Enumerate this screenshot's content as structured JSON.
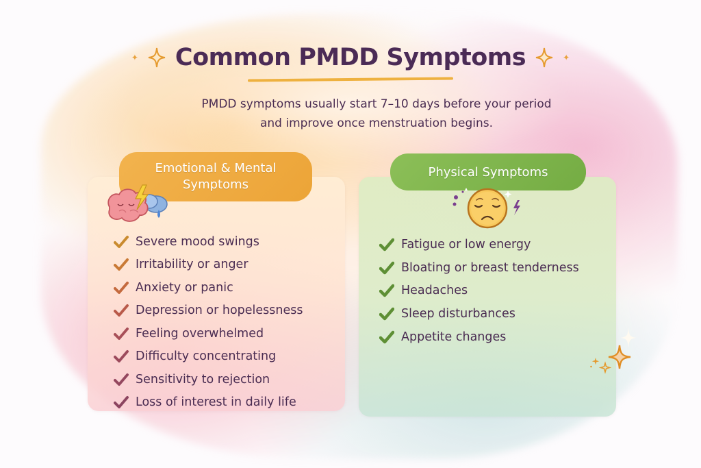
{
  "header": {
    "title": "Common PMDD Symptoms",
    "subtitle_line1": "PMDD symptoms usually start 7–10 days before your period",
    "subtitle_line2": "and improve once menstruation begins."
  },
  "emotional": {
    "heading_line1": "Emotional & Mental",
    "heading_line2": "Symptoms",
    "icon": "brain-storm-icon",
    "accent": "#eca437",
    "items": [
      {
        "label": "Severe mood swings",
        "check_color": "#c98b2f"
      },
      {
        "label": "Irritability or anger",
        "check_color": "#c97a35"
      },
      {
        "label": "Anxiety or panic",
        "check_color": "#c46a3e"
      },
      {
        "label": "Depression or hopelessness",
        "check_color": "#b95a4a"
      },
      {
        "label": "Feeling overwhelmed",
        "check_color": "#a84f58"
      },
      {
        "label": "Difficulty concentrating",
        "check_color": "#9c4a5c"
      },
      {
        "label": "Sensitivity to rejection",
        "check_color": "#94475f"
      },
      {
        "label": "Loss of interest in daily life",
        "check_color": "#8c4460"
      }
    ]
  },
  "physical": {
    "heading": "Physical Symptoms",
    "icon": "tired-face-icon",
    "accent": "#74ac43",
    "items": [
      {
        "label": "Fatigue or low energy",
        "check_color": "#5e8f35"
      },
      {
        "label": "Bloating or breast tenderness",
        "check_color": "#5e8f35"
      },
      {
        "label": "Headaches",
        "check_color": "#5e8f35"
      },
      {
        "label": "Sleep disturbances",
        "check_color": "#5e8f35"
      },
      {
        "label": "Appetite changes",
        "check_color": "#5e8f35"
      }
    ]
  },
  "colors": {
    "title": "#4b2b56",
    "text": "#4a2c52",
    "sparkle": "#e59a2e",
    "underline": "#eeb13f"
  }
}
